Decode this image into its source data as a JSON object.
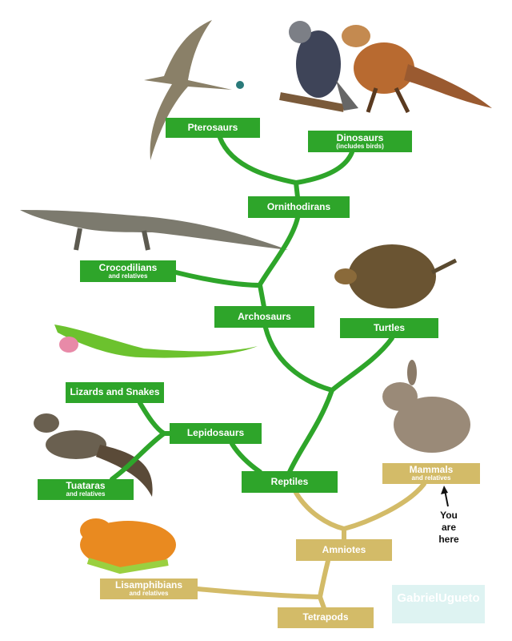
{
  "colors": {
    "reptile_green": "#2ea52a",
    "tetrapod_tan": "#d3bb68"
  },
  "nodes": {
    "pterosaurs": {
      "label": "Pterosaurs"
    },
    "dinosaurs": {
      "label": "Dinosaurs",
      "sub": "(includes birds)"
    },
    "ornithodirans": {
      "label": "Ornithodirans"
    },
    "crocodilians": {
      "label": "Crocodilians",
      "sub": "and relatives"
    },
    "archosaurs": {
      "label": "Archosaurs"
    },
    "turtles": {
      "label": "Turtles"
    },
    "lizards": {
      "label": "Lizards and Snakes"
    },
    "lepidosaurs": {
      "label": "Lepidosaurs"
    },
    "tuataras": {
      "label": "Tuataras",
      "sub": "and relatives"
    },
    "reptiles": {
      "label": "Reptiles"
    },
    "mammals": {
      "label": "Mammals",
      "sub": "and relatives"
    },
    "amniotes": {
      "label": "Amniotes"
    },
    "lisamphibians": {
      "label": "Lisamphibians",
      "sub": "and relatives"
    },
    "tetrapods": {
      "label": "Tetrapods"
    }
  },
  "annotation": {
    "line1": "You",
    "line2": "are",
    "line3": "here"
  },
  "watermark": "GabrielUgueto"
}
